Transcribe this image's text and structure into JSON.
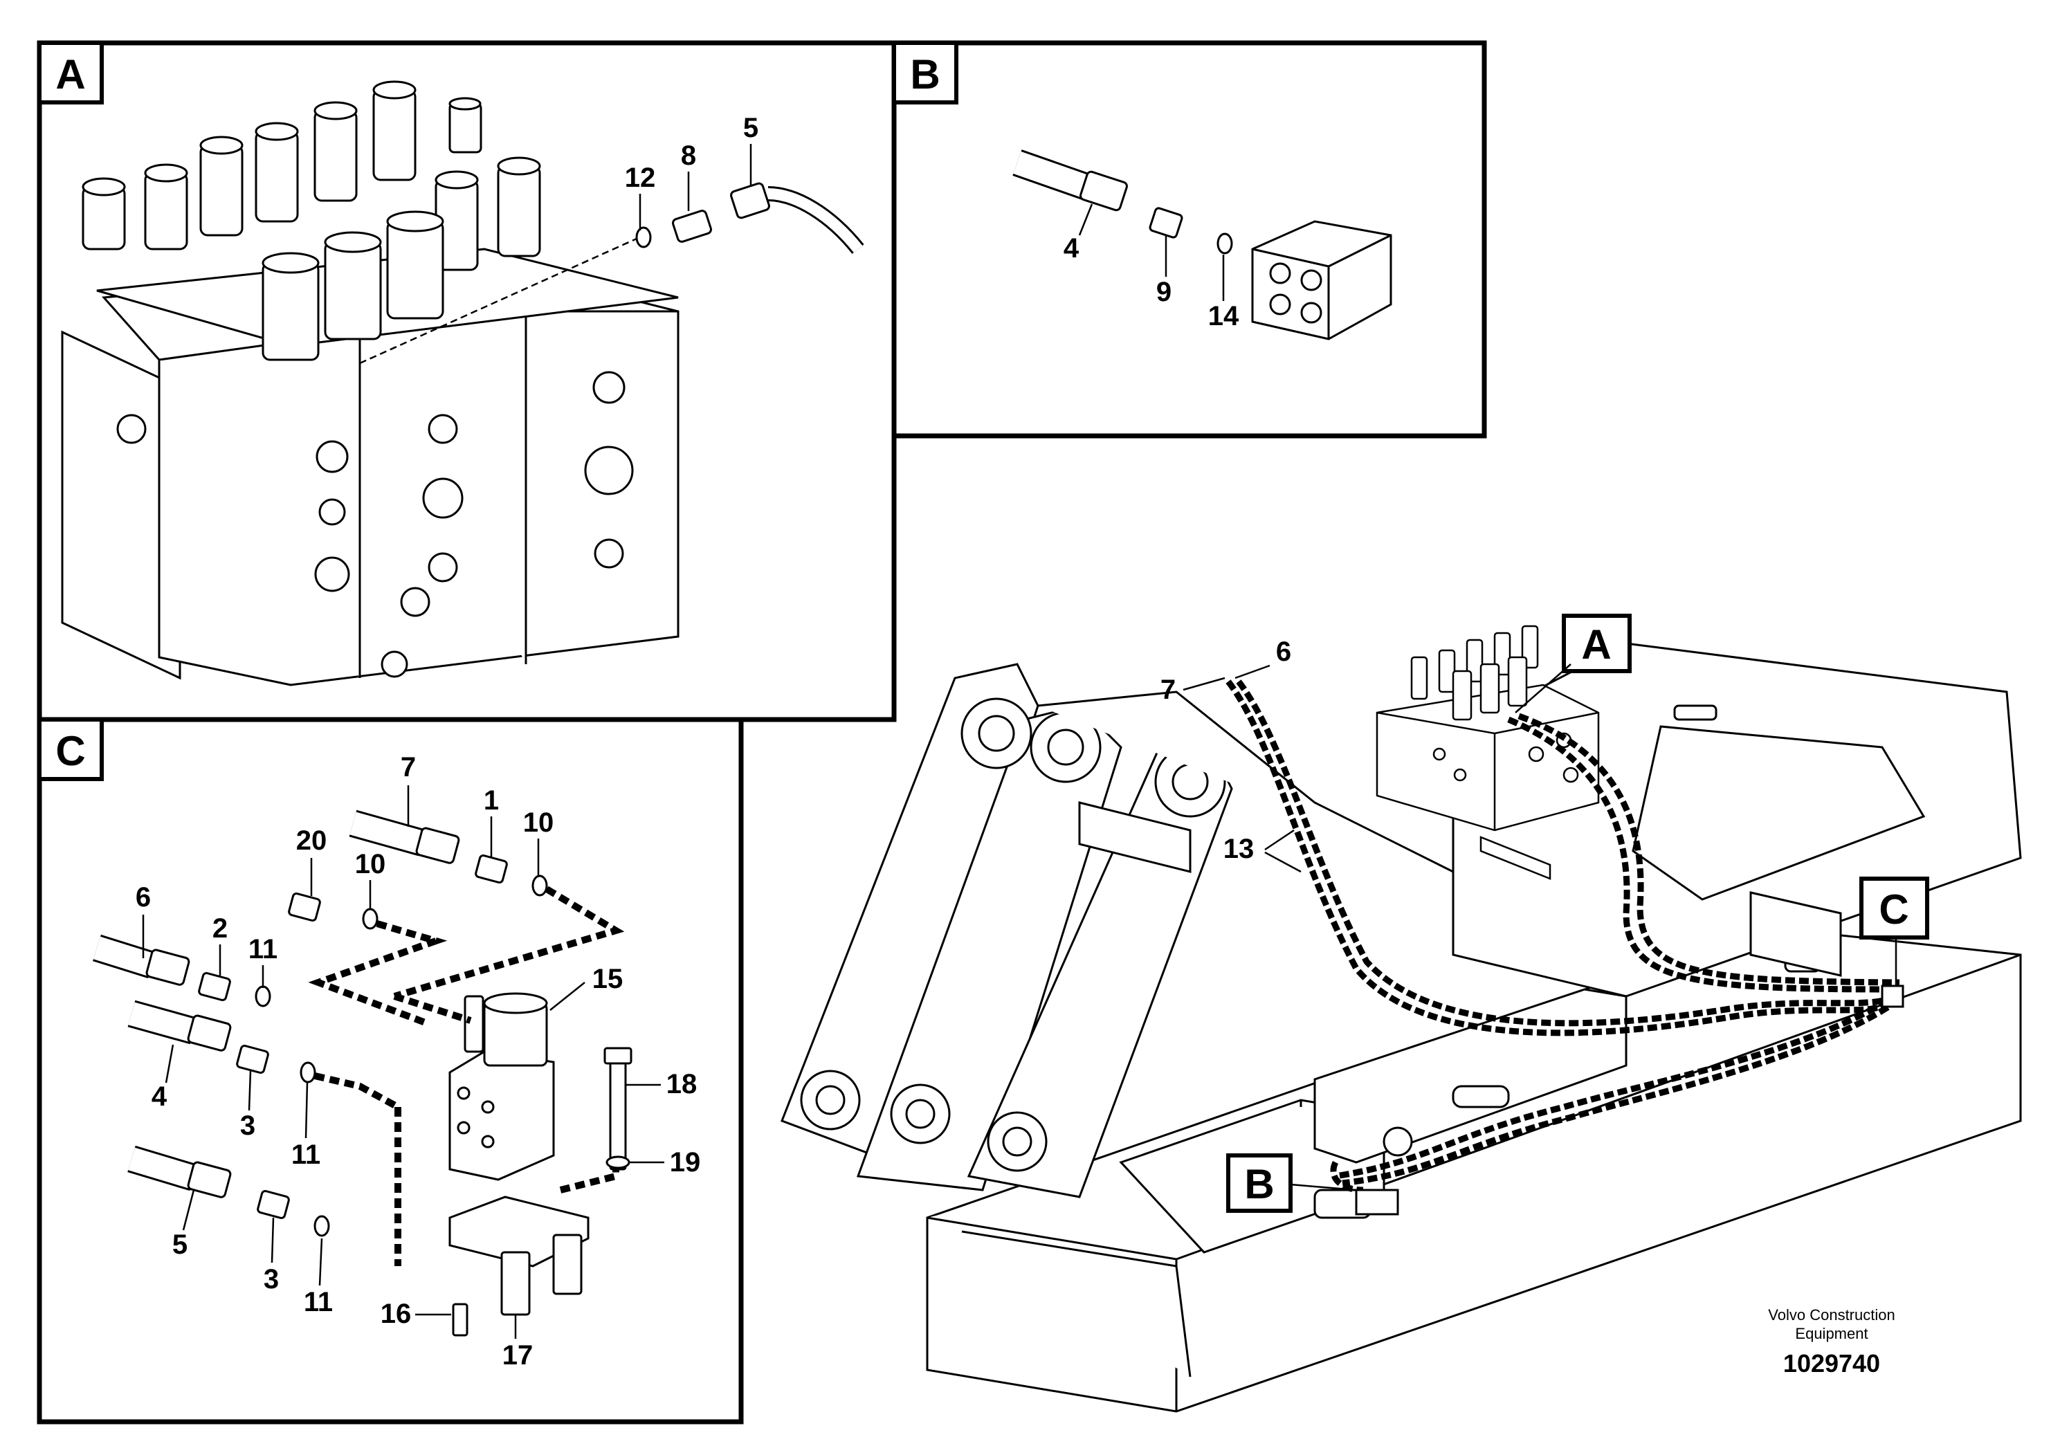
{
  "panels": {
    "A": {
      "label": "A",
      "callouts": [
        "12",
        "8",
        "5"
      ]
    },
    "B": {
      "label": "B",
      "callouts": [
        "4",
        "9",
        "14"
      ]
    },
    "C": {
      "label": "C",
      "callouts": [
        "7",
        "1",
        "10",
        "20",
        "10",
        "6",
        "2",
        "11",
        "15",
        "4",
        "3",
        "11",
        "18",
        "19",
        "5",
        "3",
        "11",
        "16",
        "17"
      ]
    }
  },
  "overview": {
    "callouts": [
      "6",
      "7",
      "13"
    ],
    "tags": [
      "A",
      "B",
      "C"
    ]
  },
  "footer": {
    "company_line1": "Volvo Construction",
    "company_line2": "Equipment",
    "drawing_number": "1029740"
  }
}
